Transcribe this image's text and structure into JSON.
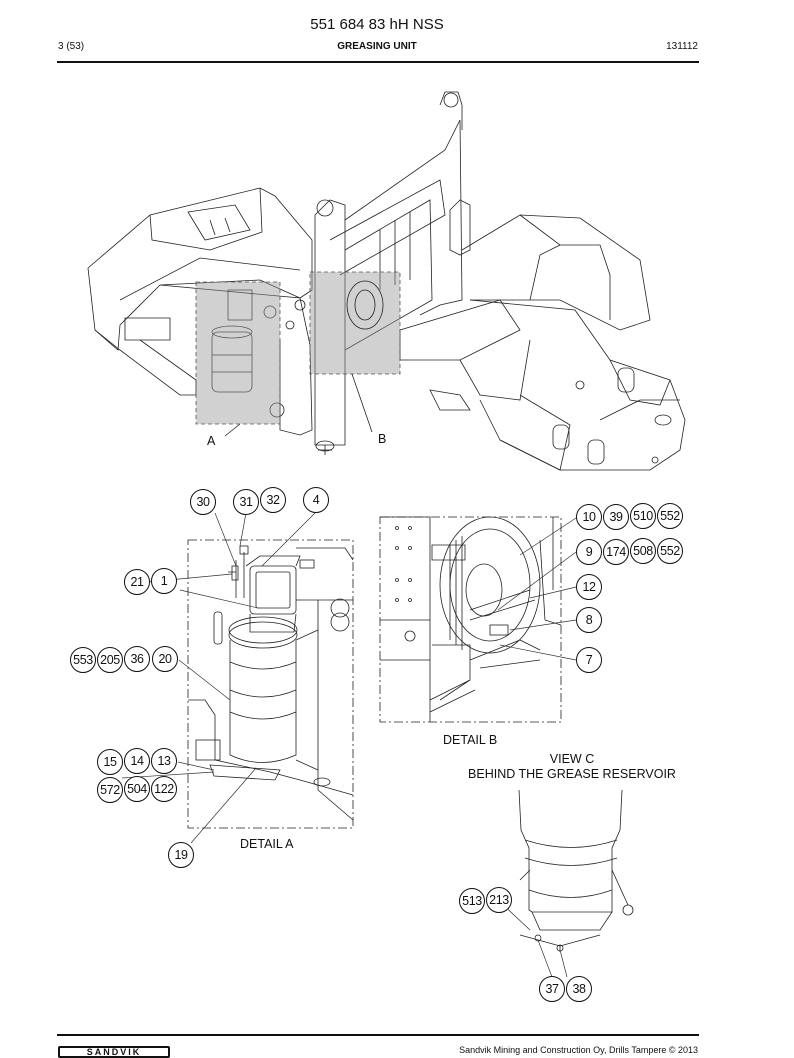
{
  "header": {
    "document_number": "551 684 83 hH NSS",
    "page": "3 (53)",
    "section": "GREASING UNIT",
    "date": "131112"
  },
  "labels": {
    "detail_a_marker": "A",
    "detail_b_marker": "B",
    "detail_a_caption": "DETAIL A",
    "detail_b_caption": "DETAIL B",
    "view_c_title": "VIEW C",
    "view_c_subtitle": "BEHIND THE GREASE RESERVOIR"
  },
  "callouts": {
    "c30": "30",
    "c31": "31",
    "c32": "32",
    "c4": "4",
    "c21": "21",
    "c1": "1",
    "c553": "553",
    "c205": "205",
    "c36": "36",
    "c20": "20",
    "c15": "15",
    "c14": "14",
    "c13": "13",
    "c572": "572",
    "c504": "504",
    "c122": "122",
    "c19": "19",
    "c10": "10",
    "c39": "39",
    "c510": "510",
    "c552a": "552",
    "c9": "9",
    "c174": "174",
    "c508": "508",
    "c552b": "552",
    "c12": "12",
    "c8": "8",
    "c7": "7",
    "c513": "513",
    "c213": "213",
    "c37": "37",
    "c38": "38"
  },
  "footer": {
    "logo": "SANDVIK",
    "copyright": "Sandvik Mining and Construction Oy, Drills Tampere © 2013"
  }
}
